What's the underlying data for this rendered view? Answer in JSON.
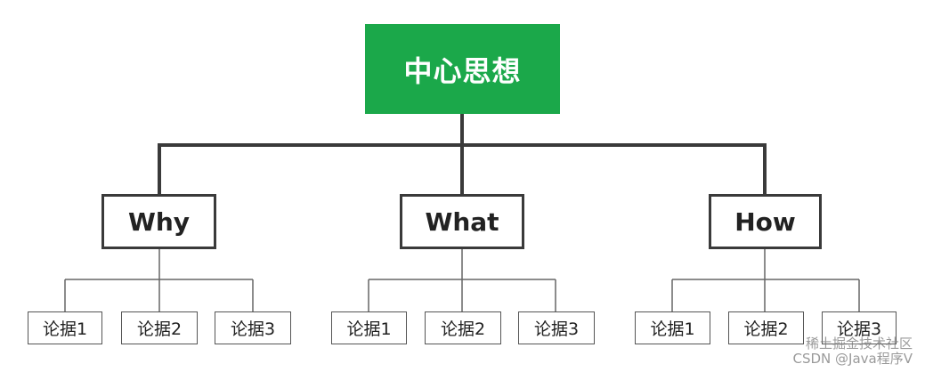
{
  "root": {
    "label": "中心思想"
  },
  "branches": [
    {
      "label": "Why",
      "leaves": [
        "论据1",
        "论据2",
        "论据3"
      ]
    },
    {
      "label": "What",
      "leaves": [
        "论据1",
        "论据2",
        "论据3"
      ]
    },
    {
      "label": "How",
      "leaves": [
        "论据1",
        "论据2",
        "论据3"
      ]
    }
  ],
  "watermark": {
    "line1": "稀土掘金技术社区",
    "line2": "CSDN @Java程序V"
  },
  "colors": {
    "root_fill": "#1ba84a",
    "root_text": "#ffffff",
    "connector": "#3a3a3a"
  }
}
